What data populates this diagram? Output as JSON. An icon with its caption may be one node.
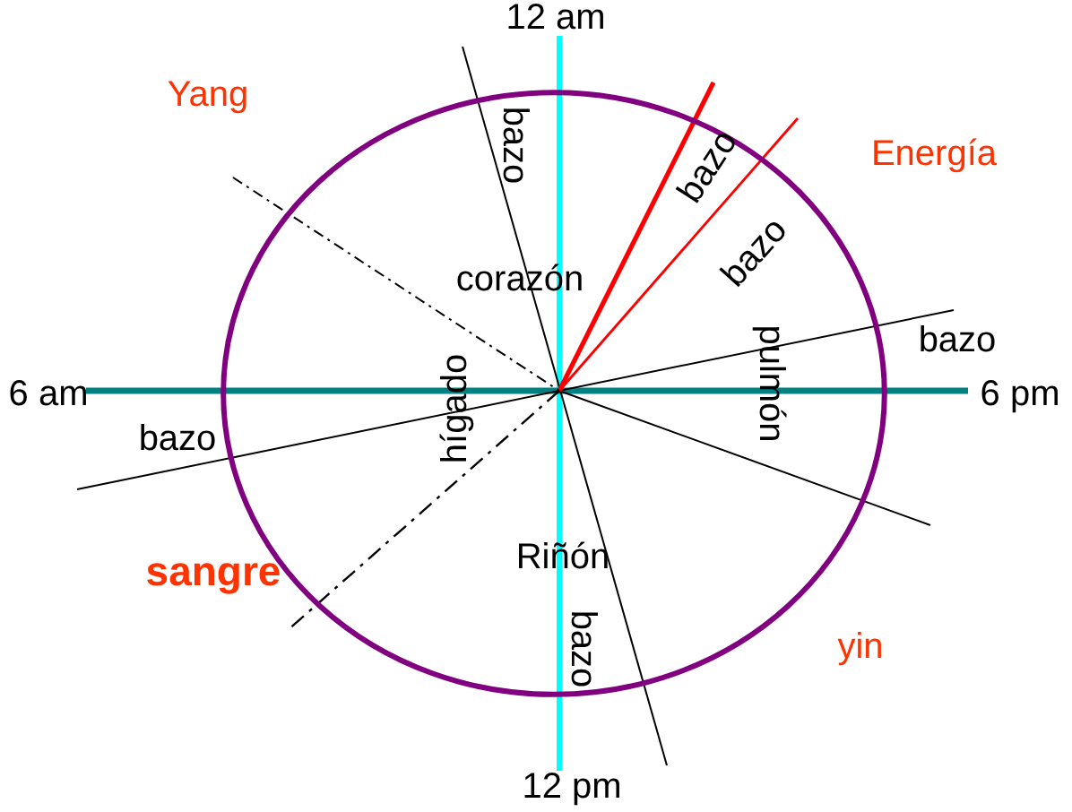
{
  "diagram": {
    "nodes": [
      {
        "text": [
          "bazo",
          "bazo",
          "bazo",
          "corazón",
          "pulmón",
          "hígado",
          "Riñón",
          "bazo"
        ]
      }
    ],
    "labels": [
      "12 am",
      "Yang",
      "Energía",
      "bazo",
      "6 am",
      "6 pm",
      "bazo",
      "sangre",
      "yin",
      "12 pm"
    ]
  }
}
